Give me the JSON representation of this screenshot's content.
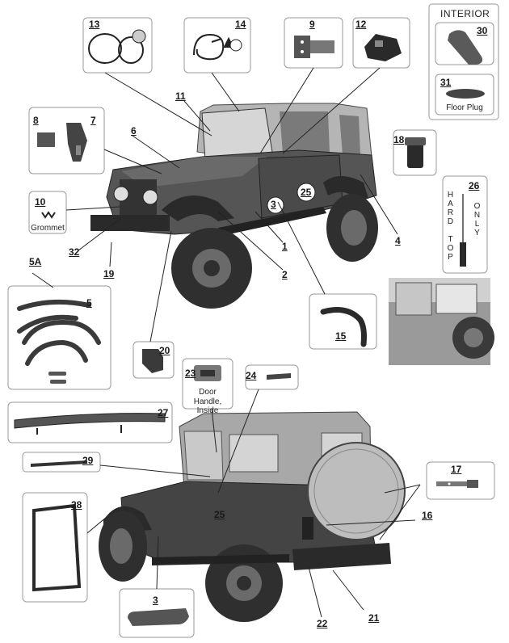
{
  "interior": {
    "title": "INTERIOR",
    "floor_plug_caption": "Floor Plug"
  },
  "captions": {
    "grommet": "Grommet",
    "door_handle": "Door Handle, Inside",
    "hard_top": "HARD TOP",
    "only": "ONLY"
  },
  "callouts": [
    "13",
    "14",
    "9",
    "12",
    "30",
    "31",
    "11",
    "6",
    "8",
    "7",
    "10",
    "3",
    "25",
    "18",
    "26",
    "4",
    "1",
    "2",
    "32",
    "19",
    "5A",
    "5",
    "15",
    "20",
    "23",
    "24",
    "27",
    "29",
    "17",
    "28",
    "16",
    "25",
    "3",
    "22",
    "21"
  ],
  "colors": {
    "line": "#222222",
    "panel_border": "#9a9a9a",
    "vehicle_dark": "#3a3a3a",
    "vehicle_mid": "#6e6e6e",
    "vehicle_light": "#bdbdbd",
    "top_fabric": "#a8a8a8"
  }
}
